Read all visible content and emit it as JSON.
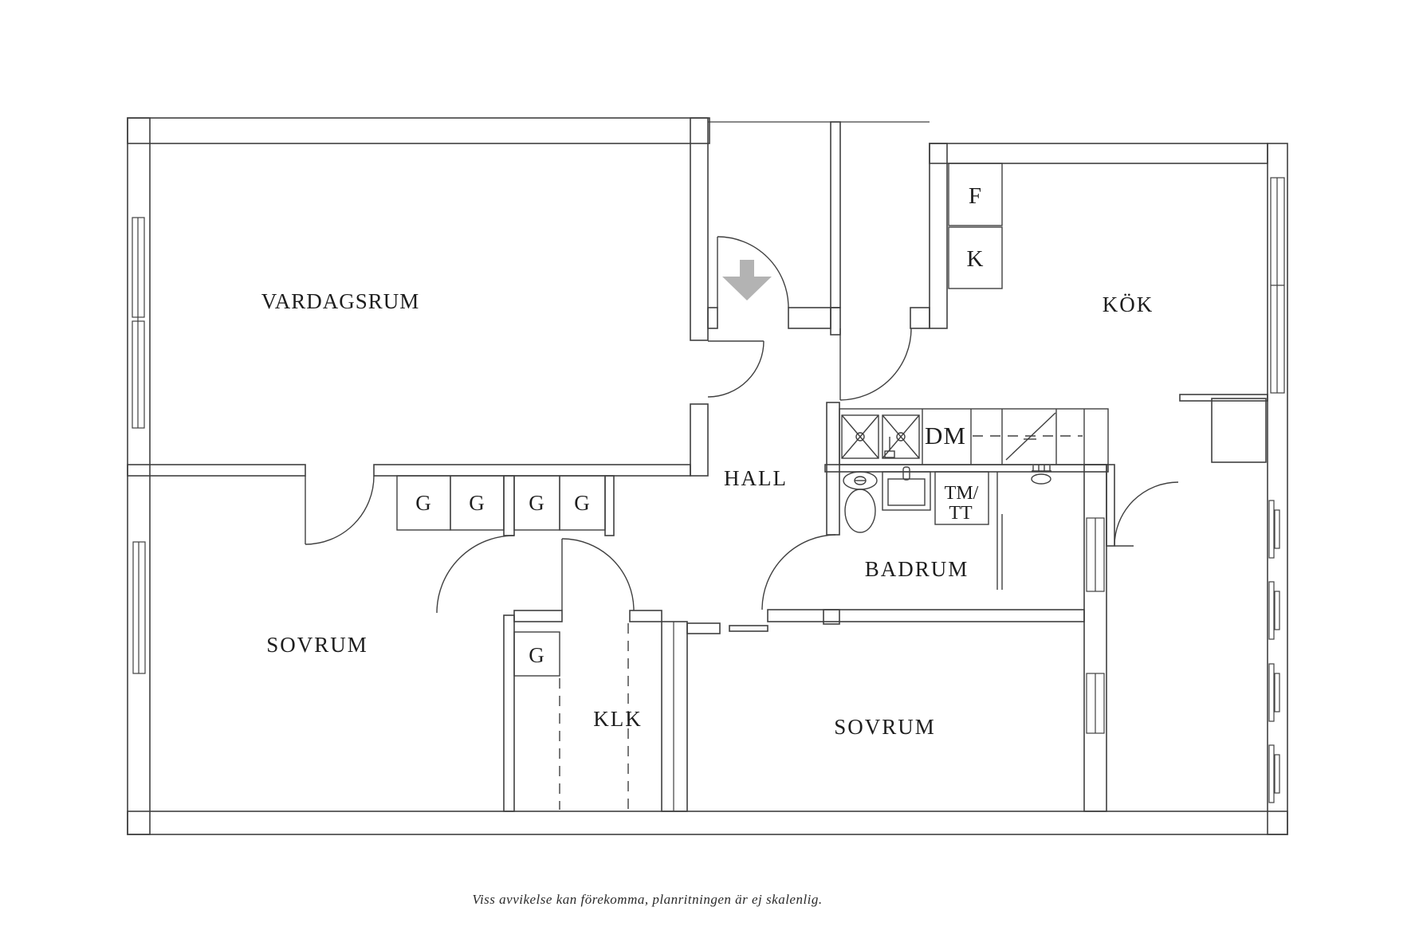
{
  "theme": {
    "background": "#ffffff",
    "line_color": "#404040",
    "text_color": "#1d1d1d",
    "arrow_color": "#b3b3b3"
  },
  "floorplan": {
    "rooms": [
      {
        "name": "vardagsrum",
        "label": "VARDAGSRUM"
      },
      {
        "name": "kok",
        "label": "KÖK"
      },
      {
        "name": "hall",
        "label": "HALL"
      },
      {
        "name": "badrum",
        "label": "BADRUM"
      },
      {
        "name": "sovrum-1",
        "label": "SOVRUM"
      },
      {
        "name": "sovrum-2",
        "label": "SOVRUM"
      },
      {
        "name": "klk",
        "label": "KLK"
      }
    ],
    "appliances": {
      "fridge": "F",
      "freezer": "K",
      "dishwasher": "DM",
      "washer_dryer_line1": "TM/",
      "washer_dryer_line2": "TT"
    },
    "wardrobes": [
      "G",
      "G",
      "G",
      "G",
      "G"
    ],
    "footer": {
      "disclaimer": "Viss avvikelse kan förekomma, planritningen är ej skalenlig."
    }
  }
}
